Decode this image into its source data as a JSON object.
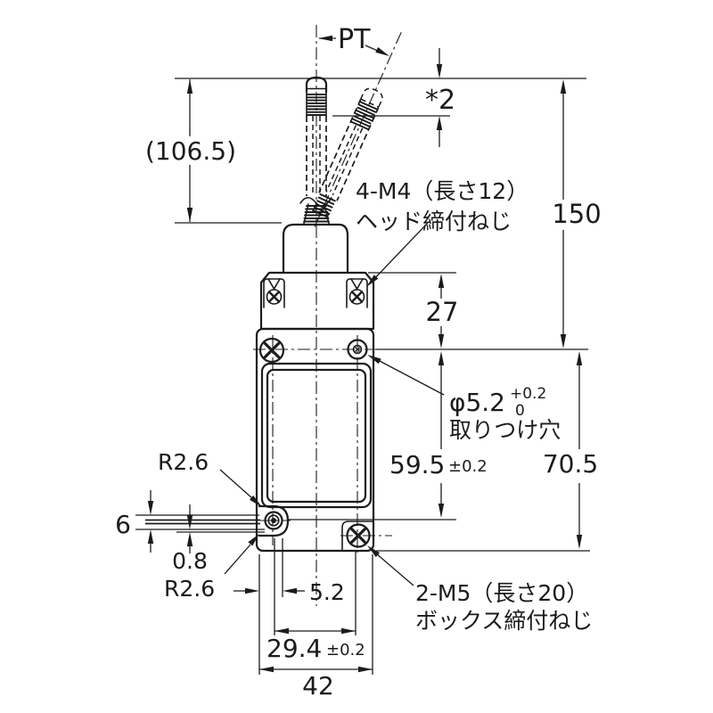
{
  "drawing": {
    "background": "#ffffff",
    "line_color": "#1b1b1b",
    "callouts": {
      "thread": "PT",
      "footnote": "*2",
      "head_screws_line1": "4-M4（長さ12）",
      "head_screws_line2": "ヘッド締付ねじ",
      "mounting_hole_dia": "φ5.2",
      "mounting_hole_tol_upper": "+0.2",
      "mounting_hole_tol_lower": "0",
      "mounting_hole_label": "取りつけ穴",
      "box_screws_line1": "2-M5（長さ20）",
      "box_screws_line2": "ボックス締付ねじ"
    },
    "dimensions": {
      "spring_length": "(106.5)",
      "overall_height": "150",
      "head_height": "27",
      "hole_pitch_vertical": "59.5",
      "hole_pitch_vertical_tol": "±0.2",
      "body_height": "70.5",
      "slot_radius_top": "R2.6",
      "slot_opening": "6",
      "slot_offset": "0.8",
      "slot_radius_bottom": "R2.6",
      "edge_to_slot": "5.2",
      "hole_pitch_horizontal": "29.4",
      "hole_pitch_horizontal_tol": "±0.2",
      "body_width": "42"
    }
  }
}
